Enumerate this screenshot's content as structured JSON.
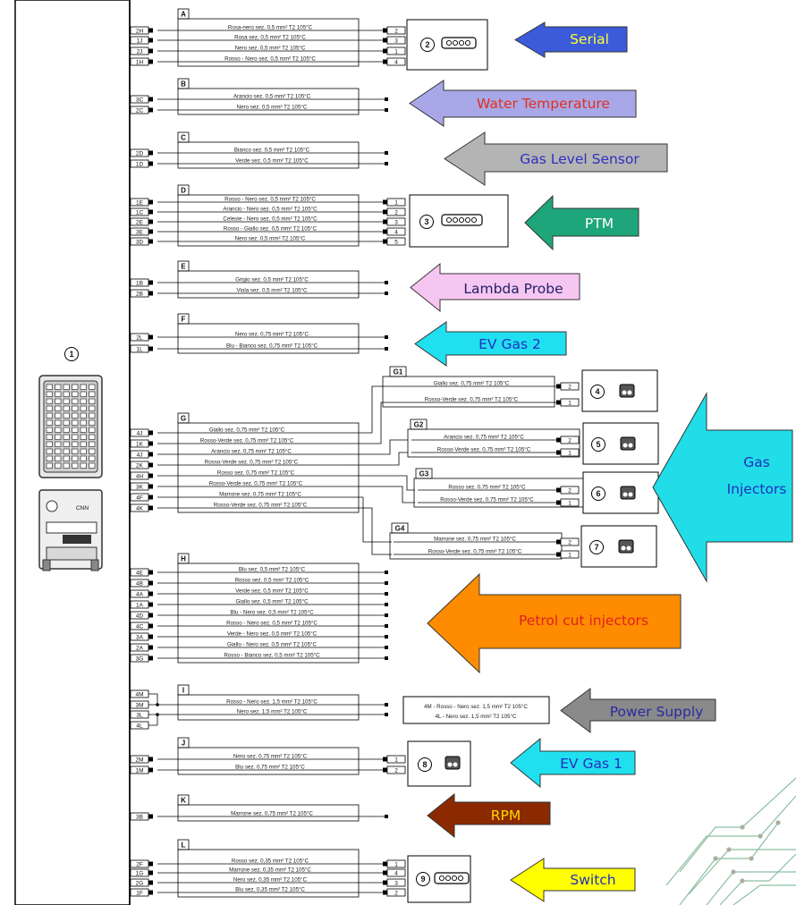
{
  "ecu": {
    "number": "1"
  },
  "block_letters": [
    "A",
    "B",
    "C",
    "D",
    "E",
    "F",
    "G",
    "H",
    "I",
    "J",
    "K",
    "L"
  ],
  "blocks": {
    "A": {
      "pins": [
        "2H",
        "1J",
        "2J",
        "1H"
      ],
      "wires": [
        "Rosa-nero sez. 0,5 mm² T2 105°C",
        "Rosa sez. 0,5 mm² T2 105°C",
        "Nero sez. 0,5 mm² T2 105°C",
        "Rosso - Nero sez. 0,5 mm² T2 105°C"
      ],
      "conn_pins": [
        "2",
        "3",
        "1",
        "4"
      ],
      "connector": "2"
    },
    "B": {
      "pins": [
        "3C",
        "2C"
      ],
      "wires": [
        "Arancio sez. 0,5 mm² T2 105°C",
        "Nero sez. 0,5 mm² T2 105°C"
      ]
    },
    "C": {
      "pins": [
        "2D",
        "1D"
      ],
      "wires": [
        "Bianco sez. 0,5 mm² T2 105°C",
        "Verde sez. 0,5 mm² T2 105°C"
      ]
    },
    "D": {
      "pins": [
        "1E",
        "1C",
        "2E",
        "3E",
        "3D"
      ],
      "wires": [
        "Rosso - Nero sez. 0,5 mm² T2 105°C",
        "Arancio - Nero sez. 0,5 mm² T2 105°C",
        "Celeste - Nero sez. 0,5 mm² T2 105°C",
        "Rosso - Giallo sez. 0,5 mm² T2 105°C",
        "Nero sez. 0,5 mm² T2 105°C"
      ],
      "conn_pins": [
        "1",
        "2",
        "3",
        "4",
        "5"
      ],
      "connector": "3"
    },
    "E": {
      "pins": [
        "1B",
        "2B"
      ],
      "wires": [
        "Grigio sez. 0,5 mm² T2 105°C",
        "Viola sez. 0,5 mm² T2 105°C"
      ]
    },
    "F": {
      "pins": [
        "2L",
        "1L"
      ],
      "wires": [
        "Nero sez. 0,75 mm² T2 105°C",
        "Blu - Bianco sez. 0,75 mm² T2 105°C"
      ]
    },
    "G": {
      "pins": [
        "4J",
        "1K",
        "4J",
        "2K",
        "4H",
        "3K",
        "4F",
        "4K"
      ],
      "wires": [
        "Giallo sez. 0,75 mm² T2 105°C",
        "Rosso-Verde sez. 0,75 mm² T2 105°C",
        "Arancio sez. 0,75 mm² T2 105°C",
        "Rosso-Verde sez. 0,75 mm² T2 105°C",
        "Rosso sez. 0,75 mm² T2 105°C",
        "Rosso-Verde sez. 0,75 mm² T2 105°C",
        "Marrone sez. 0,75 mm² T2 105°C",
        "Rosso-Verde sez. 0,75 mm² T2 105°C"
      ]
    },
    "G_sub": [
      {
        "label": "G1",
        "wires": [
          "Giallo sez. 0,75 mm² T2 105°C",
          "Rosso-Verde sez. 0,75 mm² T2 105°C"
        ],
        "conn_pins": [
          "2",
          "1"
        ],
        "connector": "4"
      },
      {
        "label": "G2",
        "wires": [
          "Arancio sez. 0,75 mm² T2 105°C",
          "Rosso-Verde sez. 0,75 mm² T2 105°C"
        ],
        "conn_pins": [
          "2",
          "1"
        ],
        "connector": "5"
      },
      {
        "label": "G3",
        "wires": [
          "Rosso sez. 0,75 mm² T2 105°C",
          "Rosso-Verde sez. 0,75 mm² T2 105°C"
        ],
        "conn_pins": [
          "2",
          "1"
        ],
        "connector": "6"
      },
      {
        "label": "G4",
        "wires": [
          "Marrone sez. 0,75 mm² T2 105°C",
          "Rosso-Verde sez. 0,75 mm² T2 105°C"
        ],
        "conn_pins": [
          "2",
          "1"
        ],
        "connector": "7"
      }
    ],
    "H": {
      "pins": [
        "4E",
        "4B",
        "4A",
        "1A",
        "4D",
        "4C",
        "3A",
        "2A",
        "3G"
      ],
      "wires": [
        "Blu sez. 0,5 mm² T2 105°C",
        "Rosso sez. 0,5 mm² T2 105°C",
        "Verde sez. 0,5 mm² T2 105°C",
        "Giallo sez. 0,5 mm² T2 105°C",
        "Blu - Nero sez. 0,5 mm² T2 105°C",
        "Rosso - Nero sez. 0,5 mm² T2 105°C",
        "Verde - Nero sez. 0,5 mm² T2 105°C",
        "Giallo - Nero sez. 0,5 mm² T2 105°C",
        "Rosso - Bianco sez. 0,5 mm² T2 105°C"
      ]
    },
    "I": {
      "pins": [
        "4M",
        "3M",
        "3L",
        "4L"
      ],
      "wires": [
        "Rosso - Nero sez. 1,5 mm² T2 105°C",
        "Nero sez. 1,5 mm² T2 105°C"
      ],
      "note": [
        "4M - Rosso - Nero sez. 1,5 mm² T2 105°C",
        "4L - Nero sez. 1,5 mm² T2 105°C"
      ]
    },
    "J": {
      "pins": [
        "2M",
        "1M"
      ],
      "wires": [
        "Nero sez. 0,75 mm² T2 105°C",
        "Blu sez. 0,75 mm² T2 105°C"
      ],
      "conn_pins": [
        "1",
        "2"
      ],
      "connector": "8"
    },
    "K": {
      "pins": [
        "3B"
      ],
      "wires": [
        "Marrone sez. 0,75 mm² T2 105°C"
      ]
    },
    "L": {
      "pins": [
        "2F",
        "1G",
        "2G",
        "1F"
      ],
      "wires": [
        "Rosso sez. 0,35 mm² T2 105°C",
        "Marrone sez. 0,35 mm² T2 105°C",
        "Nero sez. 0,35 mm² T2 105°C",
        "Blu sez. 0,35 mm² T2 105°C"
      ],
      "conn_pins": [
        "1",
        "4",
        "3",
        "2"
      ],
      "connector": "9"
    }
  },
  "callouts": [
    {
      "text": "Serial",
      "fill": "#3b5bdb",
      "color": "#ffff33"
    },
    {
      "text": "Water Temperature",
      "fill": "#a8a8e8",
      "color": "#e03020"
    },
    {
      "text": "Gas Level Sensor",
      "fill": "#b4b4b4",
      "color": "#3030c0"
    },
    {
      "text": "PTM",
      "fill": "#1ea67a",
      "color": "#ffffff"
    },
    {
      "text": "Lambda Probe",
      "fill": "#f6c6f2",
      "color": "#222266"
    },
    {
      "text": "EV Gas 2",
      "fill": "#20e0f0",
      "color": "#2030c0"
    },
    {
      "text": "Gas Injectors",
      "line1": "Gas",
      "line2": "Injectors",
      "fill": "#20dde8",
      "color": "#2030c0"
    },
    {
      "text": "Petrol cut injectors",
      "fill": "#ff8c00",
      "color": "#e02020"
    },
    {
      "text": "Power Supply",
      "fill": "#8a8a8a",
      "color": "#2a2aa0"
    },
    {
      "text": "EV Gas 1",
      "fill": "#20e0f0",
      "color": "#2030c0"
    },
    {
      "text": "RPM",
      "fill": "#8b2a00",
      "color": "#ffd700"
    },
    {
      "text": "Switch",
      "fill": "#ffff00",
      "color": "#2030c0"
    }
  ],
  "ecu_label": "CNN"
}
